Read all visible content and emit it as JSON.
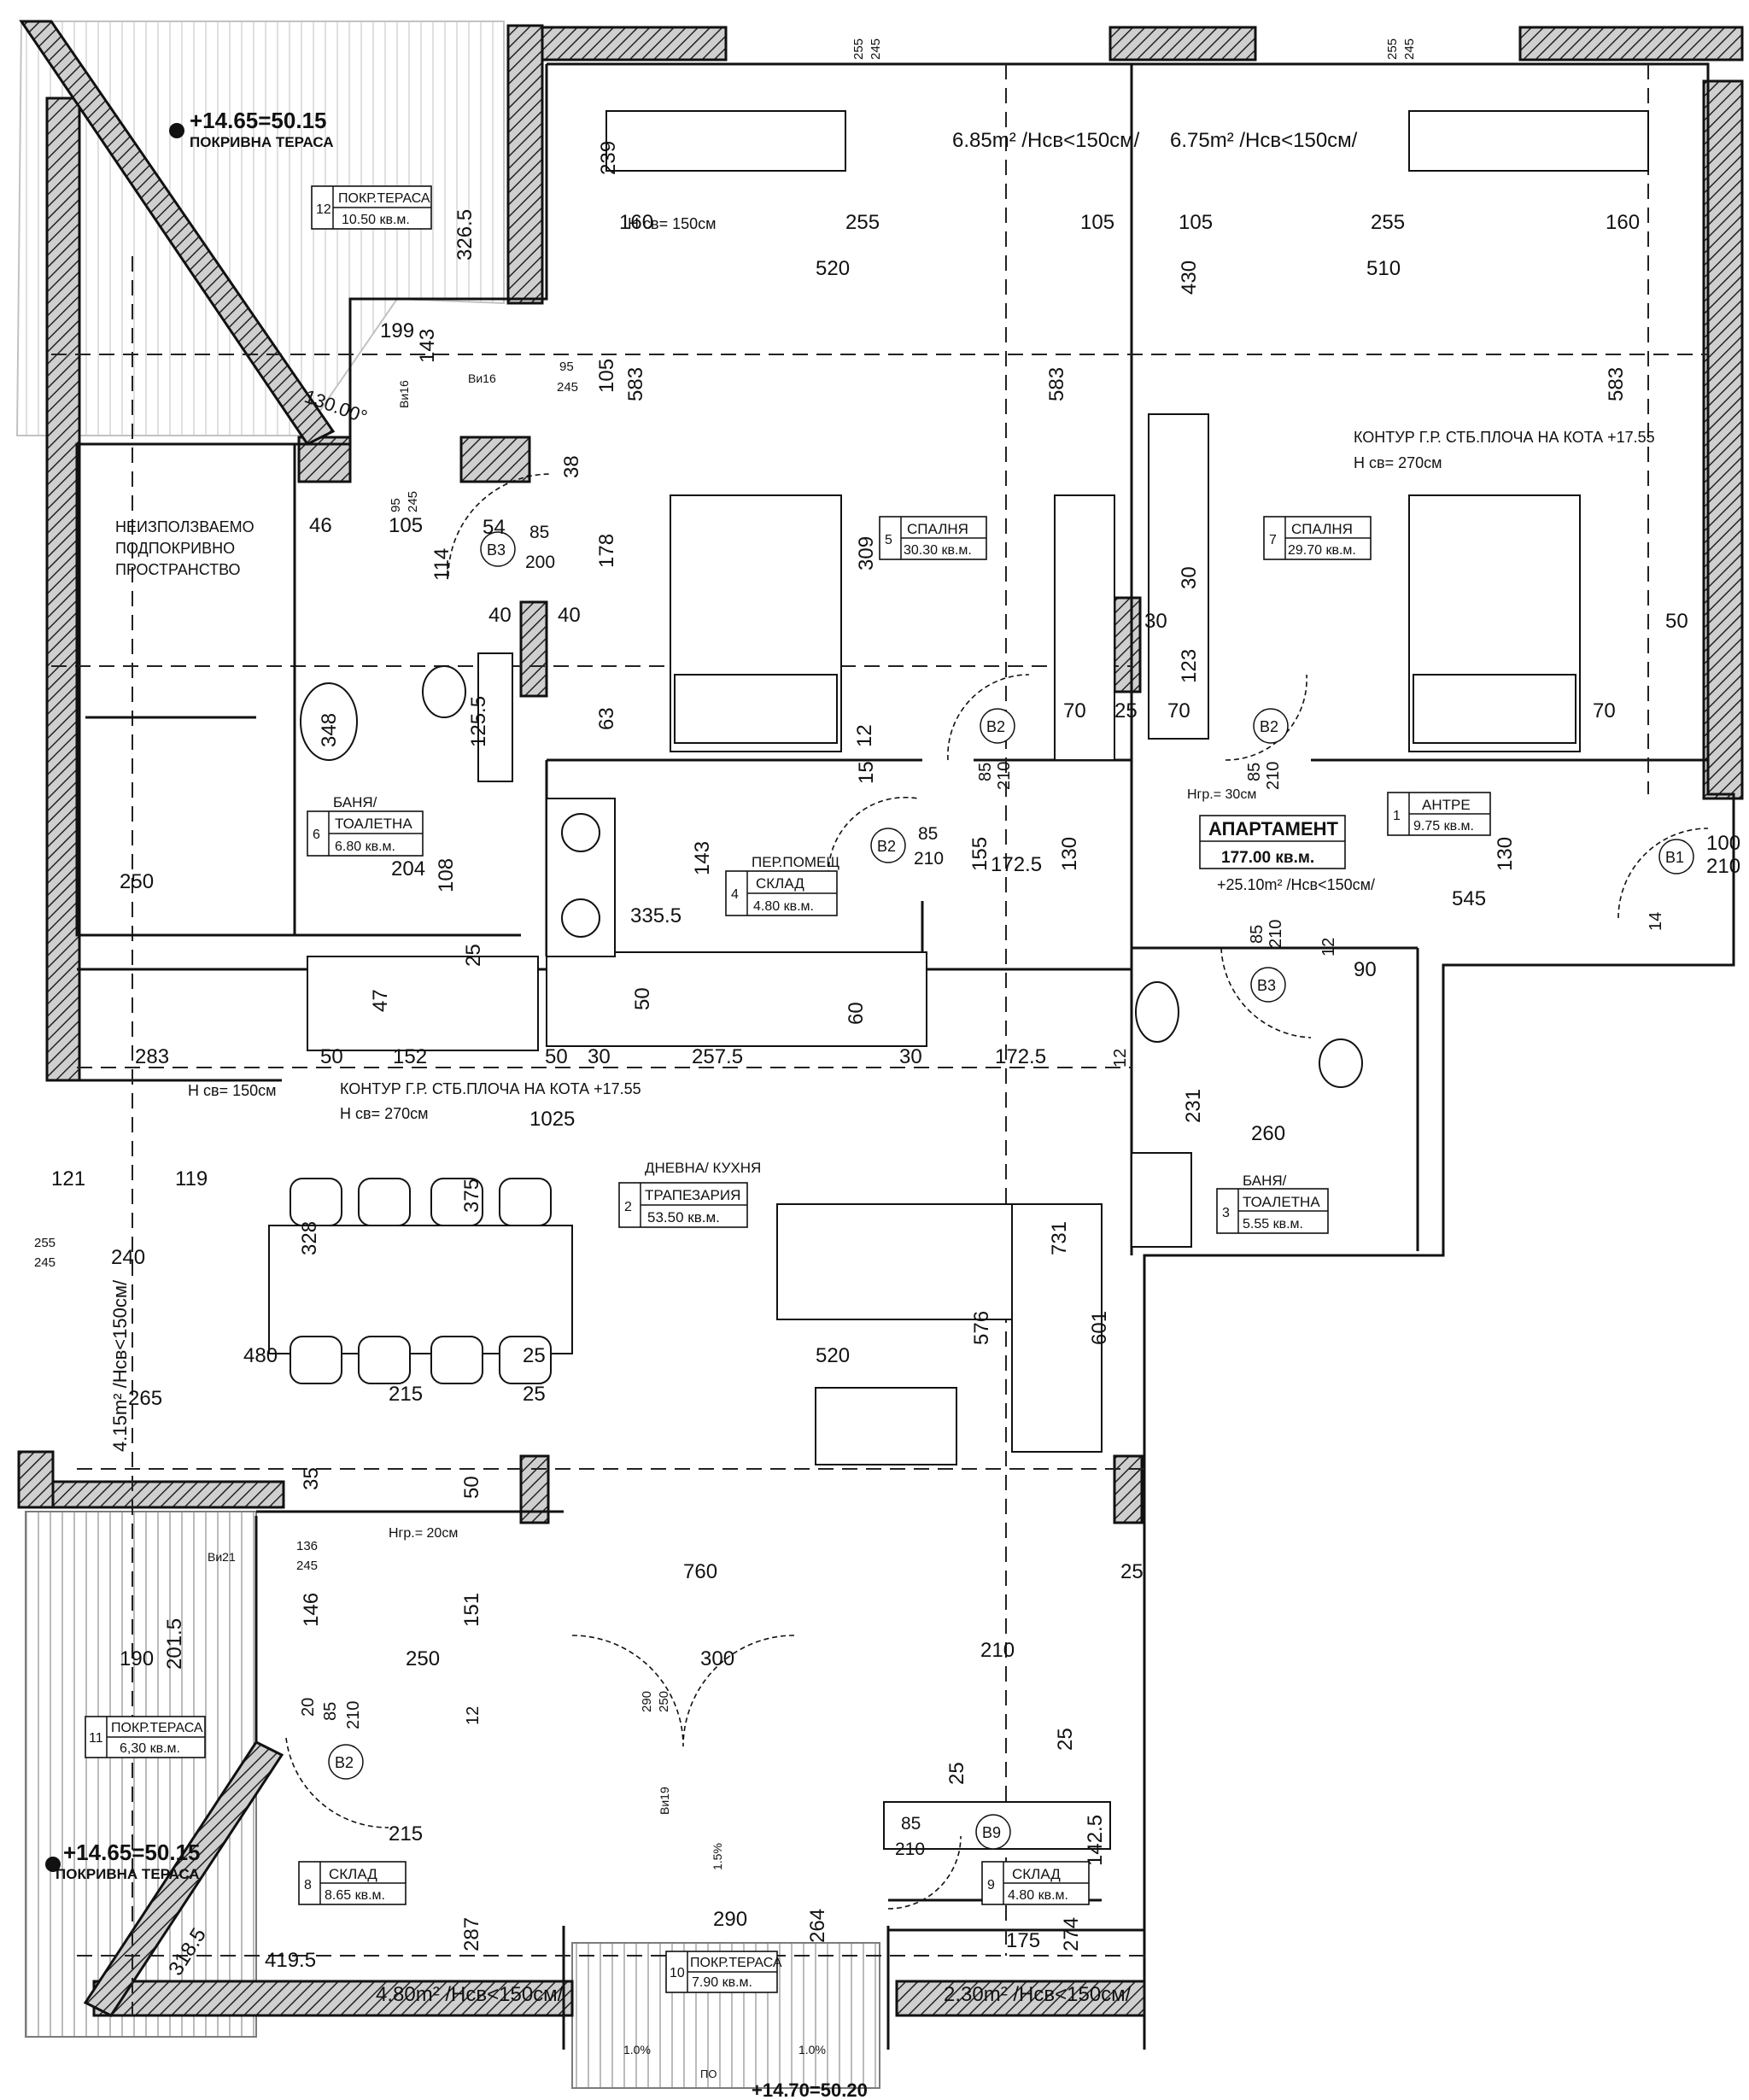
{
  "rooms": [
    {
      "id": "r1",
      "num": "1",
      "name": "АНТРЕ",
      "area": "9.75 кв.м."
    },
    {
      "id": "r2",
      "num": "2",
      "name": "ДНЕВНА/ КУХНЯ",
      "name2": "ТРАПЕЗАРИЯ",
      "area": "53.50 кв.м."
    },
    {
      "id": "r3",
      "num": "3",
      "name": "БАНЯ/",
      "name2": "ТОАЛЕТНА",
      "area": "5.55 кв.м."
    },
    {
      "id": "r4",
      "num": "4",
      "name": "ПЕР.ПОМЕЩ",
      "name2": "СКЛАД",
      "area": "4.80 кв.м."
    },
    {
      "id": "r5",
      "num": "5",
      "name": "СПАЛНЯ",
      "area": "30.30 кв.м."
    },
    {
      "id": "r6",
      "num": "6",
      "name": "БАНЯ/",
      "name2": "ТОАЛЕТНА",
      "area": "6.80 кв.м."
    },
    {
      "id": "r7",
      "num": "7",
      "name": "СПАЛНЯ",
      "area": "29.70 кв.м."
    },
    {
      "id": "r8",
      "num": "8",
      "name": "СКЛАД",
      "area": "8.65 кв.м."
    },
    {
      "id": "r9",
      "num": "9",
      "name": "СКЛАД",
      "area": "4.80 кв.м."
    },
    {
      "id": "r10",
      "num": "10",
      "name": "ПОКР.ТЕРАСА",
      "area": "7.90 кв.м."
    },
    {
      "id": "r11",
      "num": "11",
      "name": "ПОКР.ТЕРАСА",
      "area": "6,30 кв.м."
    },
    {
      "id": "r12",
      "num": "12",
      "name": "ПОКР.ТЕРАСА",
      "area": "10.50 кв.м."
    }
  ],
  "apartment": {
    "title": "АПАРТАМЕНТ",
    "area": "177.00 кв.м.",
    "extra": "+25.10m² /Нсв<150см/"
  },
  "levels": {
    "top": "+14.65=50.15",
    "top_label": "ПОКРИВНА ТЕРАСА",
    "bottom": "+14.65=50.15",
    "bottom_label": "ПОКРИВНА ТЕРАСА",
    "edge": "+14.70=50.20"
  },
  "unused": {
    "l1": "НЕИЗПОЛЗВАЕМО",
    "l2": "ПОДПОКРИВНО",
    "l3": "ПРОСТРАНСТВО"
  },
  "contour": {
    "a1": "КОНТУР Г.Р. СТБ.ПЛОЧА НА КОТА +17.55",
    "a2": "Н св= 270см",
    "b1": "КОНТУР Г.Р. СТБ.ПЛОЧА НА КОТА +17.55",
    "b2": "Н св= 270см"
  },
  "notes": {
    "hsv150": "Н св= 150см",
    "hsv150b": "Н св= 150см",
    "hgr30": "Hгр.= 30см",
    "hgr20": "Hгр.= 20см",
    "a685": "6.85m² /Нсв<150см/",
    "a675": "6.75m² /Нсв<150см/",
    "a480": "4.80m² /Нсв<150см/",
    "a230": "2.30m² /Нсв<150см/",
    "a415": "4.15m² /Нсв<150см/",
    "angle": "130.00°",
    "slope1": "1.0%",
    "slope2": "1.0%",
    "slope3": "1.5%",
    "po": "ПО"
  },
  "doors": {
    "B1": "В1",
    "B2a": "В2",
    "B2b": "В2",
    "B2c": "В2",
    "B2d": "В2",
    "B3a": "В3",
    "B3b": "В3",
    "B9": "В9",
    "Vi16a": "Ви16",
    "Vi16b": "Ви16",
    "Vi21": "Ви21",
    "Vi19": "Ви19"
  },
  "dimensions": {
    "d1": "239",
    "d2": "160",
    "d3": "255",
    "d4": "105",
    "d5": "520",
    "d6": "105",
    "d7": "255",
    "d8": "160",
    "d9": "510",
    "d10": "326.5",
    "d11": "199",
    "d12": "143",
    "d13": "583",
    "d14": "583",
    "d15": "583",
    "d16": "430",
    "d17": "105",
    "d18": "95",
    "d19": "245",
    "d20": "95",
    "d21": "245",
    "d22": "38",
    "d23": "46",
    "d24": "105",
    "d25": "54",
    "d26": "85",
    "d27": "200",
    "d28": "114",
    "d29": "178",
    "d30": "309",
    "d31": "40",
    "d32": "40",
    "d33": "348",
    "d34": "125.5",
    "d35": "63",
    "d36": "12",
    "d37": "15",
    "d38": "85",
    "d39": "210",
    "d40": "70",
    "d41": "25",
    "d42": "70",
    "d43": "85",
    "d44": "210",
    "d45": "70",
    "d46": "50",
    "d47": "30",
    "d48": "30",
    "d49": "123",
    "d50": "250",
    "d51": "204",
    "d52": "108",
    "d53": "143",
    "d54": "335.5",
    "d55": "155",
    "d56": "85",
    "d57": "210",
    "d58": "172.5",
    "d59": "130",
    "d60": "130",
    "d61": "545",
    "d62": "100",
    "d63": "210",
    "d64": "14",
    "d65": "85",
    "d66": "210",
    "d67": "12",
    "d68": "90",
    "d69": "25",
    "d70": "47",
    "d71": "50",
    "d72": "60",
    "d73": "283",
    "d74": "50",
    "d75": "152",
    "d76": "50",
    "d77": "30",
    "d78": "257.5",
    "d79": "30",
    "d80": "172.5",
    "d81": "12",
    "d82": "231",
    "d83": "260",
    "d84": "1025",
    "d85": "121",
    "d86": "119",
    "d87": "255",
    "d88": "245",
    "d89": "240",
    "d90": "328",
    "d91": "375",
    "d92": "731",
    "d93": "601",
    "d94": "576",
    "d95": "520",
    "d96": "480",
    "d97": "25",
    "d98": "215",
    "d99": "25",
    "d100": "265",
    "d101": "35",
    "d102": "50",
    "d103": "136",
    "d104": "245",
    "d105": "146",
    "d106": "760",
    "d107": "25",
    "d108": "151",
    "d109": "190",
    "d110": "201.5",
    "d111": "250",
    "d112": "300",
    "d113": "210",
    "d114": "290",
    "d115": "250",
    "d116": "20",
    "d117": "85",
    "d118": "210",
    "d119": "12",
    "d120": "25",
    "d121": "25",
    "d122": "85",
    "d123": "210",
    "d124": "142.5",
    "d125": "215",
    "d126": "287",
    "d127": "290",
    "d128": "264",
    "d129": "175",
    "d130": "274",
    "d131": "318.5",
    "d132": "419.5",
    "d133": "255",
    "d134": "245",
    "d135": "255",
    "d136": "245"
  },
  "colors": {
    "wall": "#bdbdbd",
    "line": "#111111"
  }
}
